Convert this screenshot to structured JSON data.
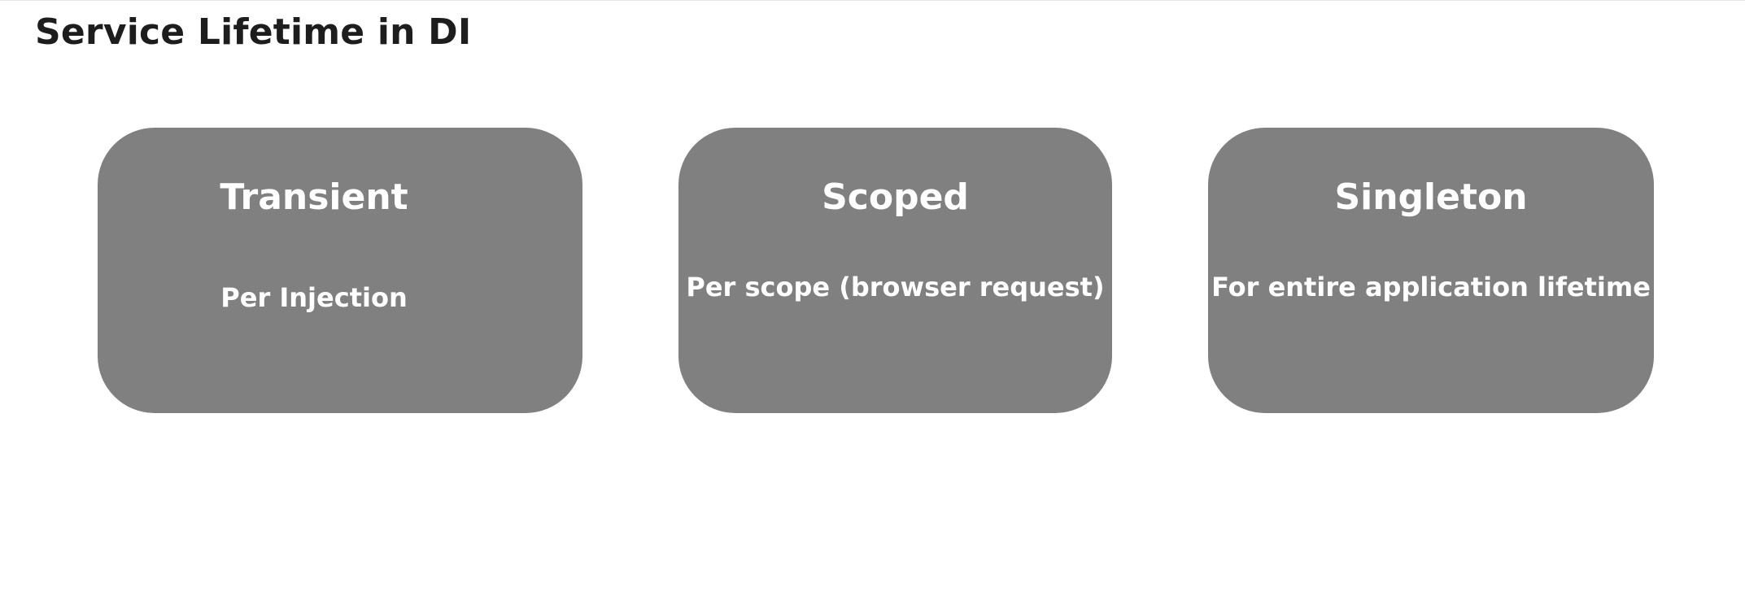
{
  "title": "Service Lifetime in DI",
  "cards": [
    {
      "title": "Transient",
      "description": "Per Injection"
    },
    {
      "title": "Scoped",
      "description": "Per scope (browser request)"
    },
    {
      "title": "Singleton",
      "description": "For entire application lifetime"
    }
  ],
  "colors": {
    "card_fill": "#808080",
    "card_text": "#ffffff",
    "title_text": "#1d1d1d"
  }
}
